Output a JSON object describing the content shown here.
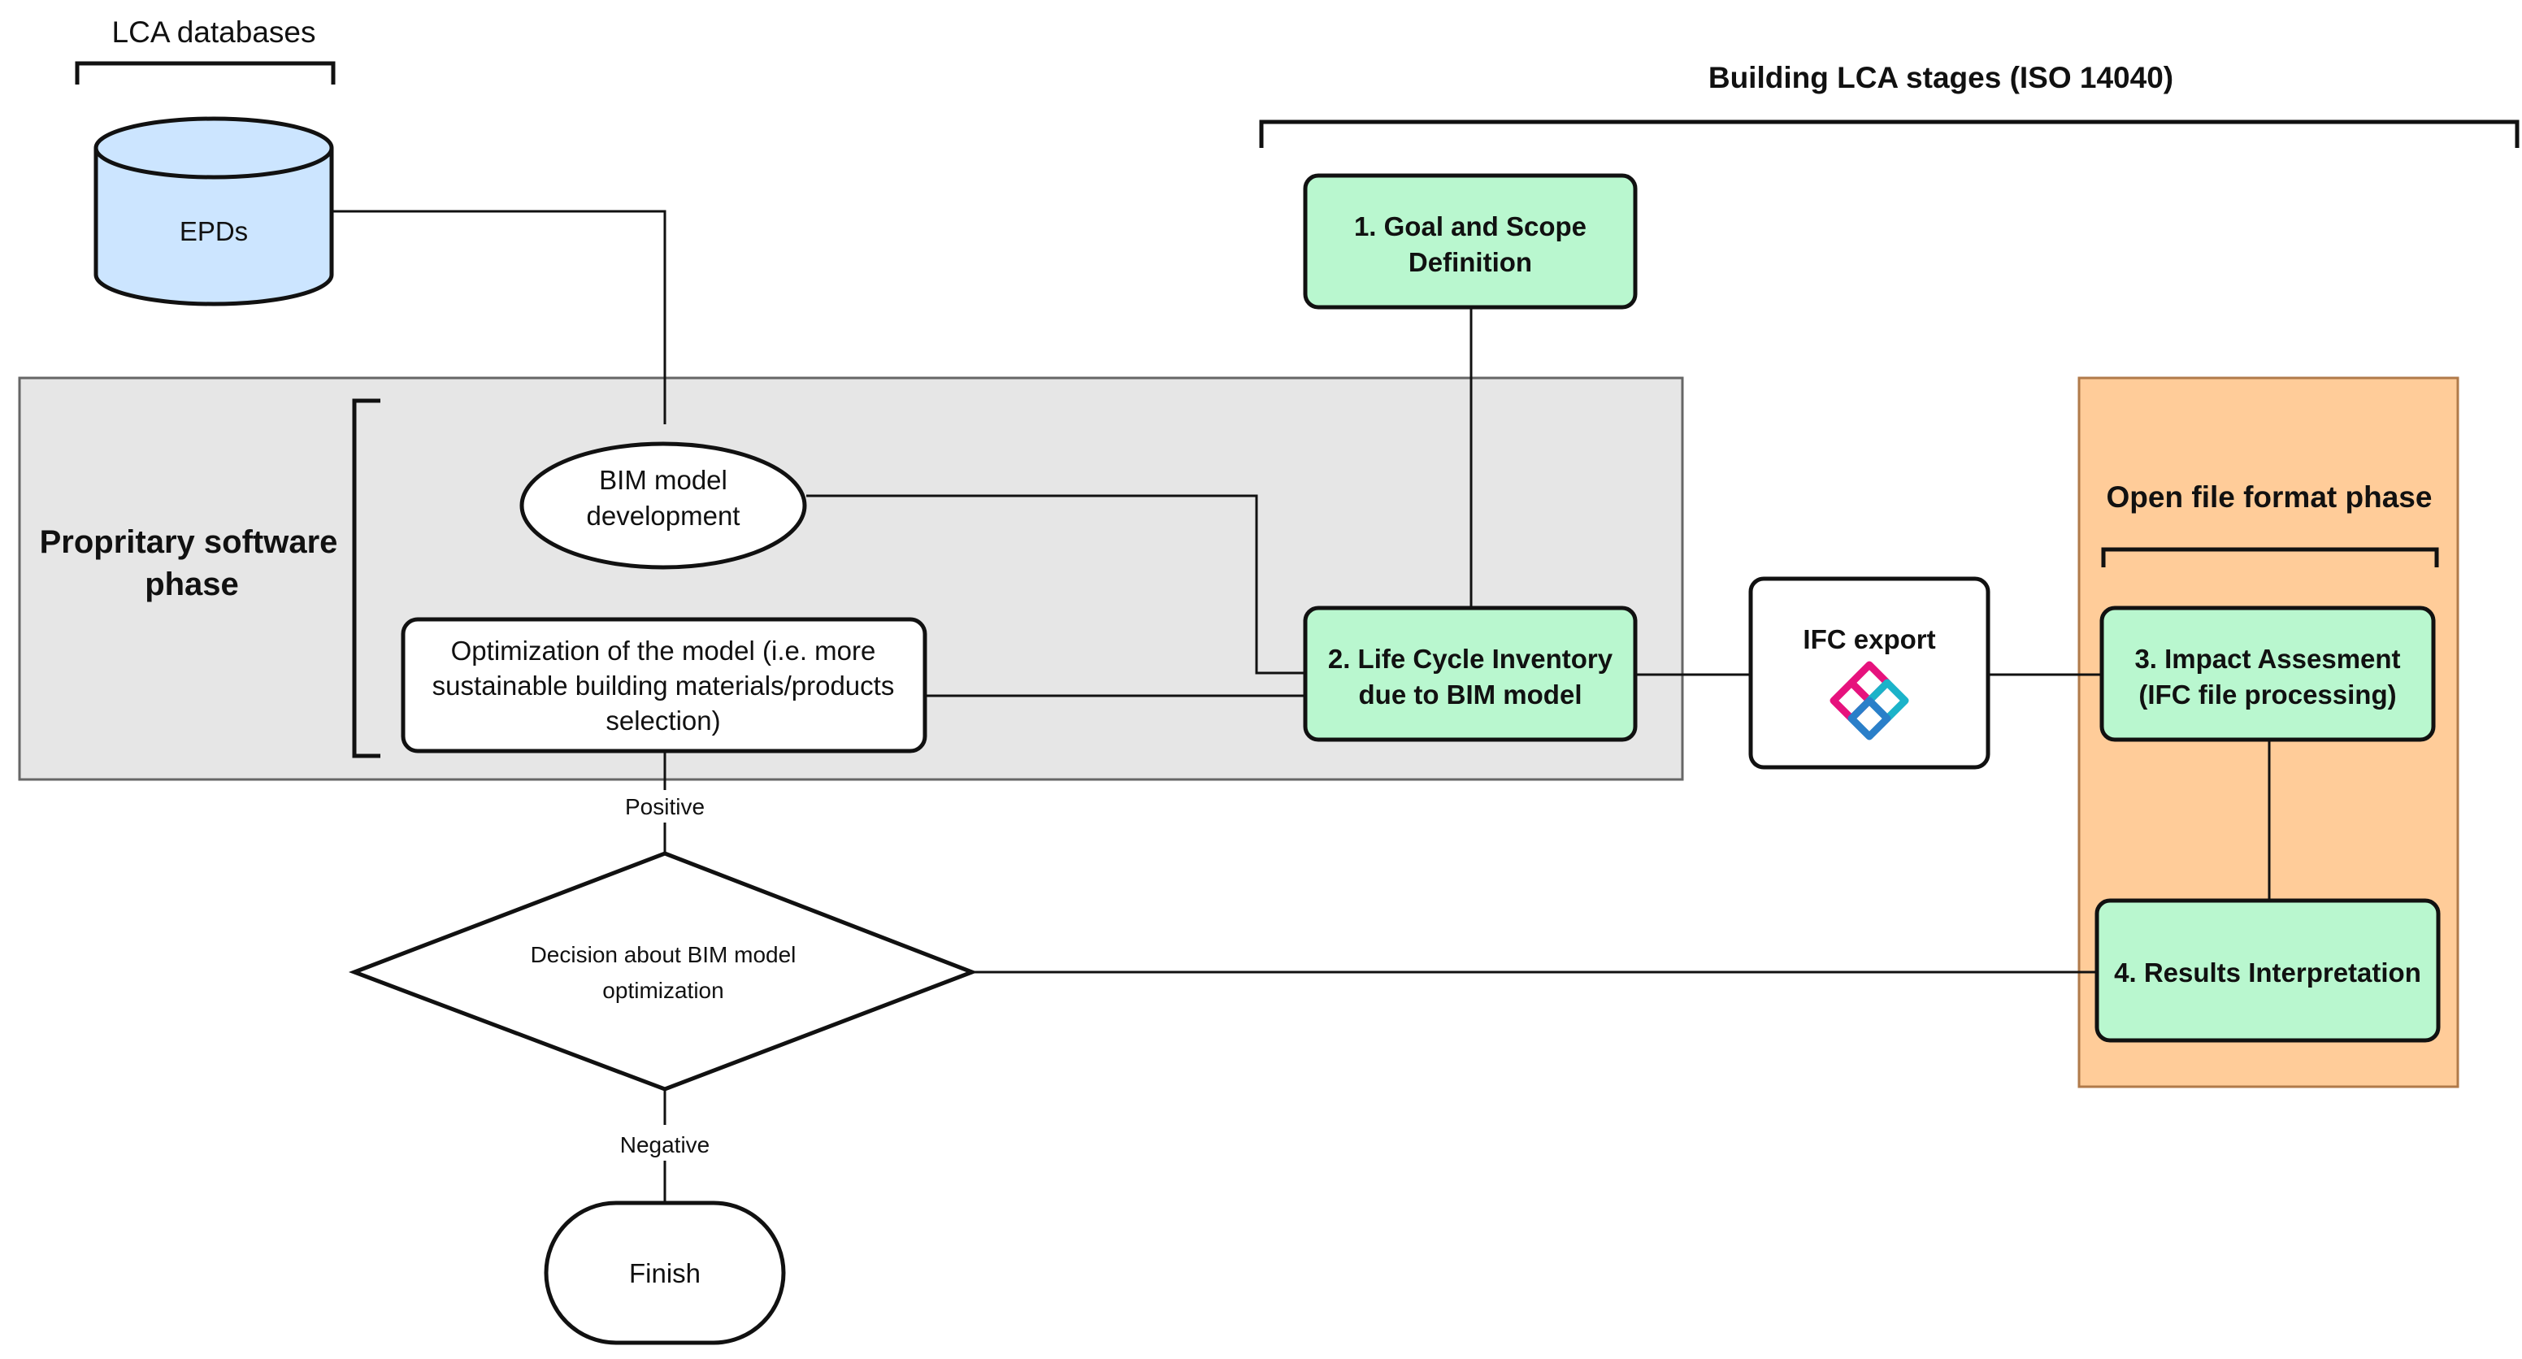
{
  "labels": {
    "lca_databases": "LCA databases",
    "epds": "EPDs",
    "building_stages_header": "Building LCA stages (ISO 14040)",
    "goal_scope": [
      "1. Goal and Scope",
      "Definition"
    ],
    "proprietary_phase": [
      "Propritary software",
      "phase"
    ],
    "bim_model_dev": [
      "BIM model",
      "development"
    ],
    "optimization": [
      "Optimization of the model (i.e. more",
      "sustainable building materials/products",
      "selection)"
    ],
    "life_cycle_inventory": [
      "2. Life Cycle Inventory",
      "due to BIM model"
    ],
    "ifc_export": "IFC export",
    "open_format_phase": "Open file format phase",
    "impact_assessment": [
      "3. Impact Assesment",
      "(IFC file processing)"
    ],
    "results_interpretation": "4. Results Interpretation",
    "positive": "Positive",
    "decision": [
      "Decision about BIM model",
      "optimization"
    ],
    "negative": "Negative",
    "finish": "Finish"
  },
  "colors": {
    "epd_cylinder": "#cce5ff",
    "lca_stage_box": "#b9f7cf",
    "proprietary_region": "#e6e6e6",
    "open_format_region": "#ffcc99",
    "stroke": "#111111",
    "ifc_logo_pink": "#e6127d",
    "ifc_logo_blue": "#2a7fc9",
    "ifc_logo_cyan": "#1bb3c9"
  },
  "icons": [
    "ifc-logo-icon"
  ]
}
